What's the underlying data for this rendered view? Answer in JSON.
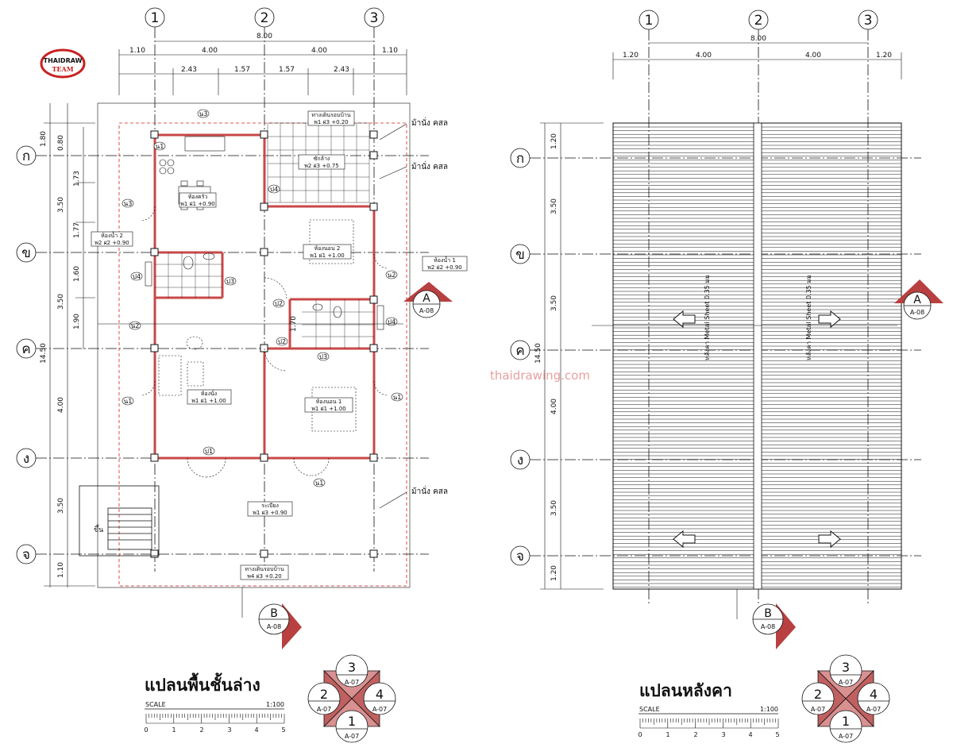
{
  "logo": {
    "text_top": "THAIDRAW",
    "text_bottom": "TEAM"
  },
  "watermark": "thaidrawing.com",
  "axes": {
    "columns": [
      "1",
      "2",
      "3"
    ],
    "rows": [
      "ก",
      "ข",
      "ค",
      "ง",
      "จ"
    ]
  },
  "floor_plan": {
    "title": "แปลนพื้นชั้นล่าง",
    "scale_label": "SCALE",
    "scale_ratio": "1:100",
    "scale_ticks": [
      "0",
      "1",
      "2",
      "3",
      "4",
      "5"
    ],
    "dims_top_overall": "8.00",
    "dims_top": [
      "1.10",
      "4.00",
      "4.00",
      "1.10"
    ],
    "dims_top2": [
      "2.43",
      "1.57",
      "1.57",
      "2.43"
    ],
    "dims_left_outer": [
      "1.80",
      "3.50",
      "3.50",
      "4.00",
      "3.50",
      "1.10"
    ],
    "dims_left_inner": [
      "0.80",
      "1.73",
      "1.77",
      "1.60",
      "1.90"
    ],
    "dim_total_left": "14.50",
    "dim_1_70": "1.70",
    "notes": [
      "ม้านั่ง คสล",
      "ม้านั่ง คสล",
      "ม้านั่ง คสล"
    ],
    "step_label": "ขึ้น",
    "rooms": [
      {
        "name": "ทางเดินรอบบ้าน",
        "tag": "พ1 ฝ3 +0.20"
      },
      {
        "name": "ซักล้าง",
        "tag": "พ2 ฝ3 +0.75"
      },
      {
        "name": "ห้องครัว",
        "tag": "พ1 ฝ1 +0.90"
      },
      {
        "name": "ห้องน้ำ 2",
        "tag": "พ2 ฝ2 +0.90"
      },
      {
        "name": "ห้องนอน 2",
        "tag": "พ1 ฝ1 +1.00"
      },
      {
        "name": "ห้องน้ำ 1",
        "tag": "พ2 ฝ2 +0.90"
      },
      {
        "name": "ห้องนั่ง",
        "tag": "พ1 ฝ1 +1.00"
      },
      {
        "name": "ห้องนอน 1",
        "tag": "พ1 ฝ1 +1.00"
      },
      {
        "name": "ระเบียง",
        "tag": "พ1 ฝ3 +0.90"
      },
      {
        "name": "ทางเดินรอบบ้าน",
        "tag": "พ4 ฝ3 +0.20"
      }
    ],
    "section_A": {
      "letter": "A",
      "sheet": "A-08"
    },
    "section_B": {
      "letter": "B",
      "sheet": "A-08"
    },
    "elevations": {
      "top": "3",
      "left": "2",
      "right": "4",
      "bottom": "1",
      "sheet": "A-07"
    }
  },
  "roof_plan": {
    "title": "แปลนหลังคา",
    "scale_label": "SCALE",
    "scale_ratio": "1:100",
    "scale_ticks": [
      "0",
      "1",
      "2",
      "3",
      "4",
      "5"
    ],
    "dims_top_overall": "8.00",
    "dims_top": [
      "1.20",
      "4.00",
      "4.00",
      "1.20"
    ],
    "dims_left": [
      "1.20",
      "3.50",
      "3.50",
      "4.00",
      "3.50",
      "1.20"
    ],
    "dim_total_left": "14.50",
    "roof_note_left": "หลังคา Metal Sheet 0.35 มม",
    "roof_note_right": "หลังคา Metal Sheet 0.35 มม",
    "section_A": {
      "letter": "A",
      "sheet": "A-08"
    },
    "section_B": {
      "letter": "B",
      "sheet": "A-08"
    },
    "elevations": {
      "top": "3",
      "left": "2",
      "right": "4",
      "bottom": "1",
      "sheet": "A-07"
    }
  },
  "door_window_tags": [
    "ป1",
    "ป2",
    "ป3",
    "ป4",
    "น1",
    "น2",
    "น3"
  ],
  "colors": {
    "line": "#111111",
    "red_dashed": "#d22222",
    "wall_red": "#c84848",
    "section_fill": "#b84040"
  }
}
